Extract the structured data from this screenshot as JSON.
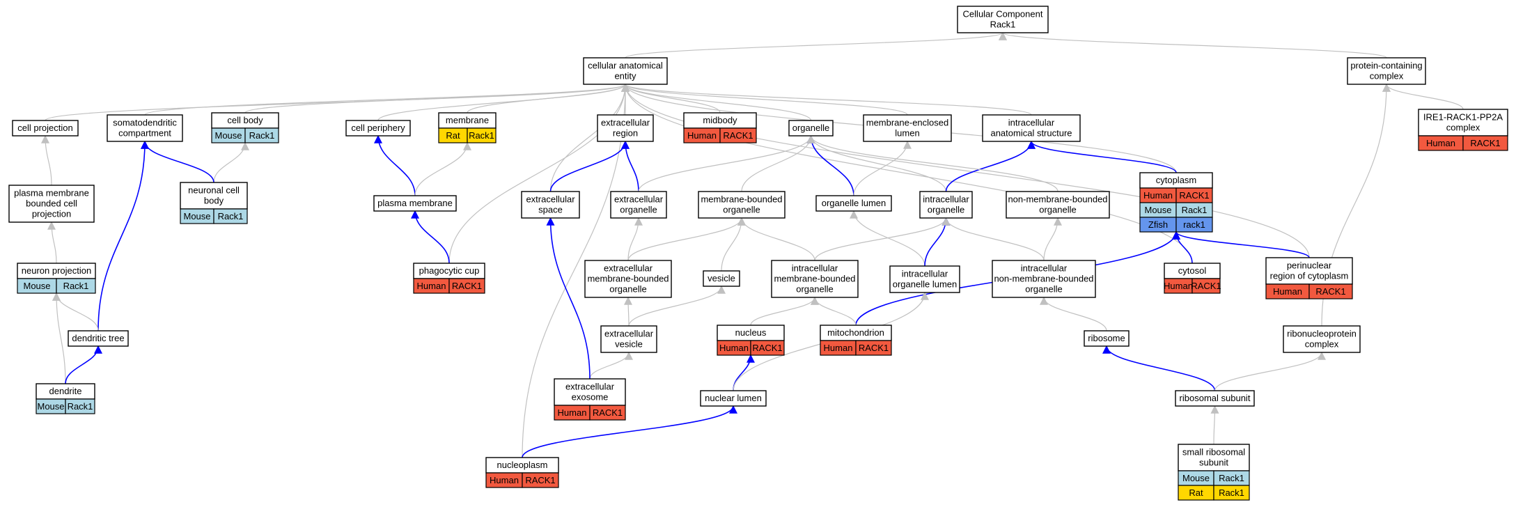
{
  "colors": {
    "Human": "#f2593f",
    "Mouse": "#add8e6",
    "Rat": "#ffd700",
    "Zfish": "#6495ed",
    "edge_gray": "#c0c0c0",
    "edge_blue": "#0000ff"
  },
  "nodes": [
    {
      "id": "root",
      "label": [
        "Cellular Component",
        "Rack1"
      ]
    },
    {
      "id": "cae",
      "label": [
        "cellular anatomical",
        "entity"
      ]
    },
    {
      "id": "pcc",
      "label": [
        "protein-containing",
        "complex"
      ]
    },
    {
      "id": "ire1",
      "label": [
        "IRE1-RACK1-PP2A",
        "complex"
      ],
      "species": [
        {
          "sp": "Human",
          "gene": "RACK1"
        }
      ]
    },
    {
      "id": "cellproj",
      "label": [
        "cell projection"
      ]
    },
    {
      "id": "somato",
      "label": [
        "somatodendritic",
        "compartment"
      ]
    },
    {
      "id": "cellbody",
      "label": [
        "cell body"
      ],
      "species": [
        {
          "sp": "Mouse",
          "gene": "Rack1"
        }
      ]
    },
    {
      "id": "cellper",
      "label": [
        "cell periphery"
      ]
    },
    {
      "id": "membrane",
      "label": [
        "membrane"
      ],
      "species": [
        {
          "sp": "Rat",
          "gene": "Rack1"
        }
      ]
    },
    {
      "id": "ecregion",
      "label": [
        "extracellular",
        "region"
      ]
    },
    {
      "id": "midbody",
      "label": [
        "midbody"
      ],
      "species": [
        {
          "sp": "Human",
          "gene": "RACK1"
        }
      ]
    },
    {
      "id": "organelle",
      "label": [
        "organelle"
      ]
    },
    {
      "id": "memenclumen",
      "label": [
        "membrane-enclosed",
        "lumen"
      ]
    },
    {
      "id": "icanat",
      "label": [
        "intracellular",
        "anatomical structure"
      ]
    },
    {
      "id": "cytoplasm",
      "label": [
        "cytoplasm"
      ],
      "species": [
        {
          "sp": "Human",
          "gene": "RACK1"
        },
        {
          "sp": "Mouse",
          "gene": "Rack1"
        },
        {
          "sp": "Zfish",
          "gene": "rack1"
        }
      ]
    },
    {
      "id": "pmbcp",
      "label": [
        "plasma membrane",
        "bounded cell",
        "projection"
      ]
    },
    {
      "id": "neuronalcb",
      "label": [
        "neuronal cell",
        "body"
      ],
      "species": [
        {
          "sp": "Mouse",
          "gene": "Rack1"
        }
      ]
    },
    {
      "id": "plasmamem",
      "label": [
        "plasma membrane"
      ]
    },
    {
      "id": "ecspace",
      "label": [
        "extracellular",
        "space"
      ]
    },
    {
      "id": "ecorg",
      "label": [
        "extracellular",
        "organelle"
      ]
    },
    {
      "id": "mbo",
      "label": [
        "membrane-bounded",
        "organelle"
      ]
    },
    {
      "id": "orglumen",
      "label": [
        "organelle lumen"
      ]
    },
    {
      "id": "icorg",
      "label": [
        "intracellular",
        "organelle"
      ]
    },
    {
      "id": "nmbo",
      "label": [
        "non-membrane-bounded",
        "organelle"
      ]
    },
    {
      "id": "neuronproj",
      "label": [
        "neuron projection"
      ],
      "species": [
        {
          "sp": "Mouse",
          "gene": "Rack1"
        }
      ]
    },
    {
      "id": "phagocup",
      "label": [
        "phagocytic cup"
      ],
      "species": [
        {
          "sp": "Human",
          "gene": "RACK1"
        }
      ]
    },
    {
      "id": "ecmbo",
      "label": [
        "extracellular",
        "membrane-bounded",
        "organelle"
      ]
    },
    {
      "id": "vesicle",
      "label": [
        "vesicle"
      ]
    },
    {
      "id": "icmbo",
      "label": [
        "intracellular",
        "membrane-bounded",
        "organelle"
      ]
    },
    {
      "id": "icorglumen",
      "label": [
        "intracellular",
        "organelle lumen"
      ]
    },
    {
      "id": "icnmbo",
      "label": [
        "intracellular",
        "non-membrane-bounded",
        "organelle"
      ]
    },
    {
      "id": "cytosol",
      "label": [
        "cytosol"
      ],
      "species": [
        {
          "sp": "Human",
          "gene": "RACK1"
        }
      ]
    },
    {
      "id": "perinuc",
      "label": [
        "perinuclear",
        "region of cytoplasm"
      ],
      "species": [
        {
          "sp": "Human",
          "gene": "RACK1"
        }
      ]
    },
    {
      "id": "dendtree",
      "label": [
        "dendritic tree"
      ]
    },
    {
      "id": "nucleus",
      "label": [
        "nucleus"
      ],
      "species": [
        {
          "sp": "Human",
          "gene": "RACK1"
        }
      ]
    },
    {
      "id": "mito",
      "label": [
        "mitochondrion"
      ],
      "species": [
        {
          "sp": "Human",
          "gene": "RACK1"
        }
      ]
    },
    {
      "id": "ecvesicle",
      "label": [
        "extracellular",
        "vesicle"
      ]
    },
    {
      "id": "ribosome",
      "label": [
        "ribosome"
      ]
    },
    {
      "id": "rnpc",
      "label": [
        "ribonucleoprotein",
        "complex"
      ]
    },
    {
      "id": "dendrite",
      "label": [
        "dendrite"
      ],
      "species": [
        {
          "sp": "Mouse",
          "gene": "Rack1"
        }
      ]
    },
    {
      "id": "ecexo",
      "label": [
        "extracellular",
        "exosome"
      ],
      "species": [
        {
          "sp": "Human",
          "gene": "RACK1"
        }
      ]
    },
    {
      "id": "nuclumen",
      "label": [
        "nuclear lumen"
      ]
    },
    {
      "id": "ribsub",
      "label": [
        "ribosomal subunit"
      ]
    },
    {
      "id": "nucleoplasm",
      "label": [
        "nucleoplasm"
      ],
      "species": [
        {
          "sp": "Human",
          "gene": "RACK1"
        }
      ]
    },
    {
      "id": "smallrib",
      "label": [
        "small ribosomal",
        "subunit"
      ],
      "species": [
        {
          "sp": "Mouse",
          "gene": "Rack1"
        },
        {
          "sp": "Rat",
          "gene": "Rack1"
        }
      ]
    }
  ],
  "edges": [
    {
      "from": "cae",
      "to": "root",
      "type": "is_a"
    },
    {
      "from": "pcc",
      "to": "root",
      "type": "is_a"
    },
    {
      "from": "ire1",
      "to": "pcc",
      "type": "is_a"
    },
    {
      "from": "cellproj",
      "to": "cae",
      "type": "is_a"
    },
    {
      "from": "somato",
      "to": "cae",
      "type": "is_a"
    },
    {
      "from": "cellbody",
      "to": "cae",
      "type": "is_a"
    },
    {
      "from": "cellper",
      "to": "cae",
      "type": "is_a"
    },
    {
      "from": "membrane",
      "to": "cae",
      "type": "is_a"
    },
    {
      "from": "ecregion",
      "to": "cae",
      "type": "is_a"
    },
    {
      "from": "midbody",
      "to": "cae",
      "type": "is_a"
    },
    {
      "from": "organelle",
      "to": "cae",
      "type": "is_a"
    },
    {
      "from": "memenclumen",
      "to": "cae",
      "type": "is_a"
    },
    {
      "from": "icanat",
      "to": "cae",
      "type": "is_a"
    },
    {
      "from": "cytoplasm",
      "to": "cae",
      "type": "is_a"
    },
    {
      "from": "cytosol",
      "to": "cae",
      "type": "is_a"
    },
    {
      "from": "perinuc",
      "to": "cae",
      "type": "is_a"
    },
    {
      "from": "phagocup",
      "to": "cae",
      "type": "is_a"
    },
    {
      "from": "ecspace",
      "to": "cae",
      "type": "is_a"
    },
    {
      "from": "nucleoplasm",
      "to": "cae",
      "type": "is_a"
    },
    {
      "from": "pmbcp",
      "to": "cellproj",
      "type": "is_a"
    },
    {
      "from": "neuronalcb",
      "to": "cellbody",
      "type": "is_a"
    },
    {
      "from": "neuronalcb",
      "to": "somato",
      "type": "part_of"
    },
    {
      "from": "plasmamem",
      "to": "cellper",
      "type": "part_of"
    },
    {
      "from": "plasmamem",
      "to": "membrane",
      "type": "is_a"
    },
    {
      "from": "ecspace",
      "to": "ecregion",
      "type": "part_of"
    },
    {
      "from": "ecorg",
      "to": "ecregion",
      "type": "part_of"
    },
    {
      "from": "ecorg",
      "to": "organelle",
      "type": "is_a"
    },
    {
      "from": "mbo",
      "to": "organelle",
      "type": "is_a"
    },
    {
      "from": "orglumen",
      "to": "organelle",
      "type": "part_of"
    },
    {
      "from": "orglumen",
      "to": "memenclumen",
      "type": "is_a"
    },
    {
      "from": "icorg",
      "to": "organelle",
      "type": "is_a"
    },
    {
      "from": "icorg",
      "to": "icanat",
      "type": "part_of"
    },
    {
      "from": "nmbo",
      "to": "organelle",
      "type": "is_a"
    },
    {
      "from": "cytoplasm",
      "to": "icanat",
      "type": "part_of"
    },
    {
      "from": "neuronproj",
      "to": "pmbcp",
      "type": "is_a"
    },
    {
      "from": "phagocup",
      "to": "plasmamem",
      "type": "part_of"
    },
    {
      "from": "ecmbo",
      "to": "ecorg",
      "type": "is_a"
    },
    {
      "from": "ecmbo",
      "to": "mbo",
      "type": "is_a"
    },
    {
      "from": "vesicle",
      "to": "mbo",
      "type": "is_a"
    },
    {
      "from": "icmbo",
      "to": "mbo",
      "type": "is_a"
    },
    {
      "from": "icmbo",
      "to": "icorg",
      "type": "is_a"
    },
    {
      "from": "icorglumen",
      "to": "orglumen",
      "type": "is_a"
    },
    {
      "from": "icorglumen",
      "to": "icorg",
      "type": "part_of"
    },
    {
      "from": "icnmbo",
      "to": "icorg",
      "type": "is_a"
    },
    {
      "from": "icnmbo",
      "to": "nmbo",
      "type": "is_a"
    },
    {
      "from": "cytosol",
      "to": "cytoplasm",
      "type": "part_of"
    },
    {
      "from": "perinuc",
      "to": "cytoplasm",
      "type": "part_of"
    },
    {
      "from": "mito",
      "to": "cytoplasm",
      "type": "part_of"
    },
    {
      "from": "dendtree",
      "to": "somato",
      "type": "part_of"
    },
    {
      "from": "dendtree",
      "to": "neuronproj",
      "type": "is_a"
    },
    {
      "from": "dendrite",
      "to": "neuronproj",
      "type": "is_a"
    },
    {
      "from": "dendrite",
      "to": "dendtree",
      "type": "part_of"
    },
    {
      "from": "ecvesicle",
      "to": "ecmbo",
      "type": "is_a"
    },
    {
      "from": "ecvesicle",
      "to": "vesicle",
      "type": "is_a"
    },
    {
      "from": "ecexo",
      "to": "ecvesicle",
      "type": "is_a"
    },
    {
      "from": "ecexo",
      "to": "ecspace",
      "type": "part_of"
    },
    {
      "from": "nucleus",
      "to": "icmbo",
      "type": "is_a"
    },
    {
      "from": "mito",
      "to": "icmbo",
      "type": "is_a"
    },
    {
      "from": "ribosome",
      "to": "icnmbo",
      "type": "is_a"
    },
    {
      "from": "rnpc",
      "to": "pcc",
      "type": "is_a"
    },
    {
      "from": "ribsub",
      "to": "ribosome",
      "type": "part_of"
    },
    {
      "from": "ribsub",
      "to": "rnpc",
      "type": "is_a"
    },
    {
      "from": "nuclumen",
      "to": "nucleus",
      "type": "part_of"
    },
    {
      "from": "nuclumen",
      "to": "icorglumen",
      "type": "is_a"
    },
    {
      "from": "nucleoplasm",
      "to": "nuclumen",
      "type": "part_of"
    },
    {
      "from": "smallrib",
      "to": "ribsub",
      "type": "is_a"
    }
  ]
}
